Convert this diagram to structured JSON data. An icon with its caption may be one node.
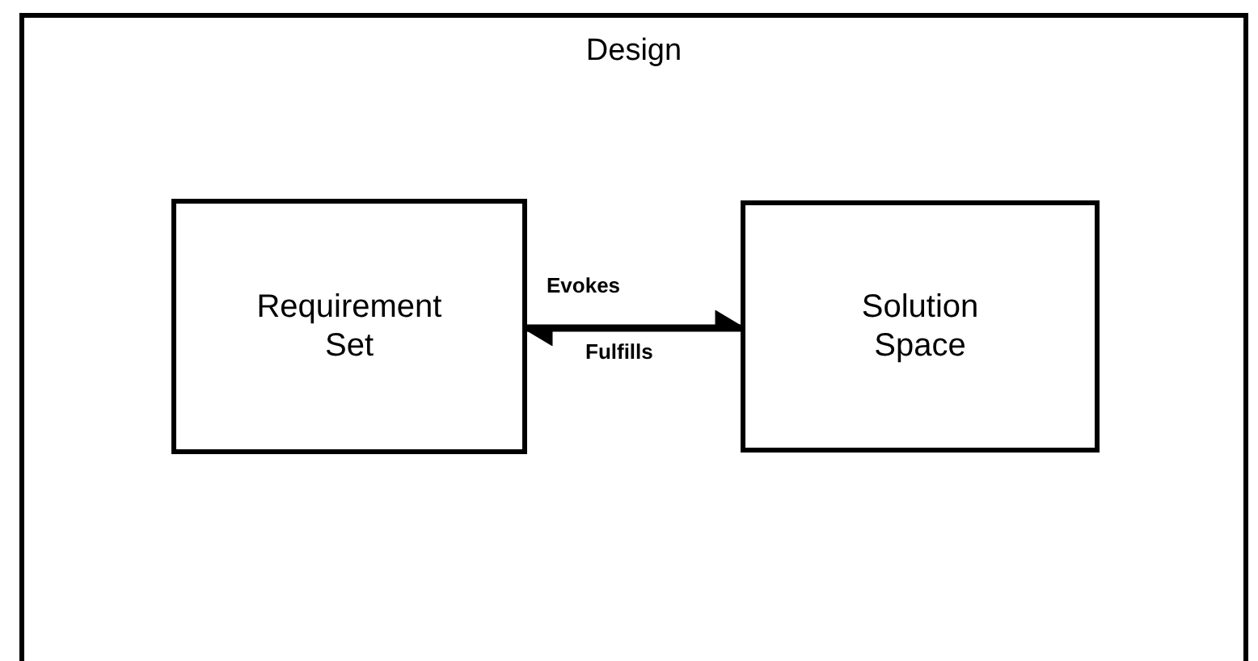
{
  "diagram": {
    "nodes": [
      {
        "text": [
          "Design"
        ]
      },
      {
        "text": [
          "Requirement Set"
        ],
        "in": 0
      },
      {
        "text": [
          "Solution Space"
        ],
        "in": 0
      }
    ],
    "edges": [
      {
        "from": 1,
        "to": 2,
        "arrow": "to",
        "label": "Evokes"
      },
      {
        "from": 2,
        "to": 1,
        "arrow": "to",
        "label": "Fulfills"
      }
    ]
  }
}
